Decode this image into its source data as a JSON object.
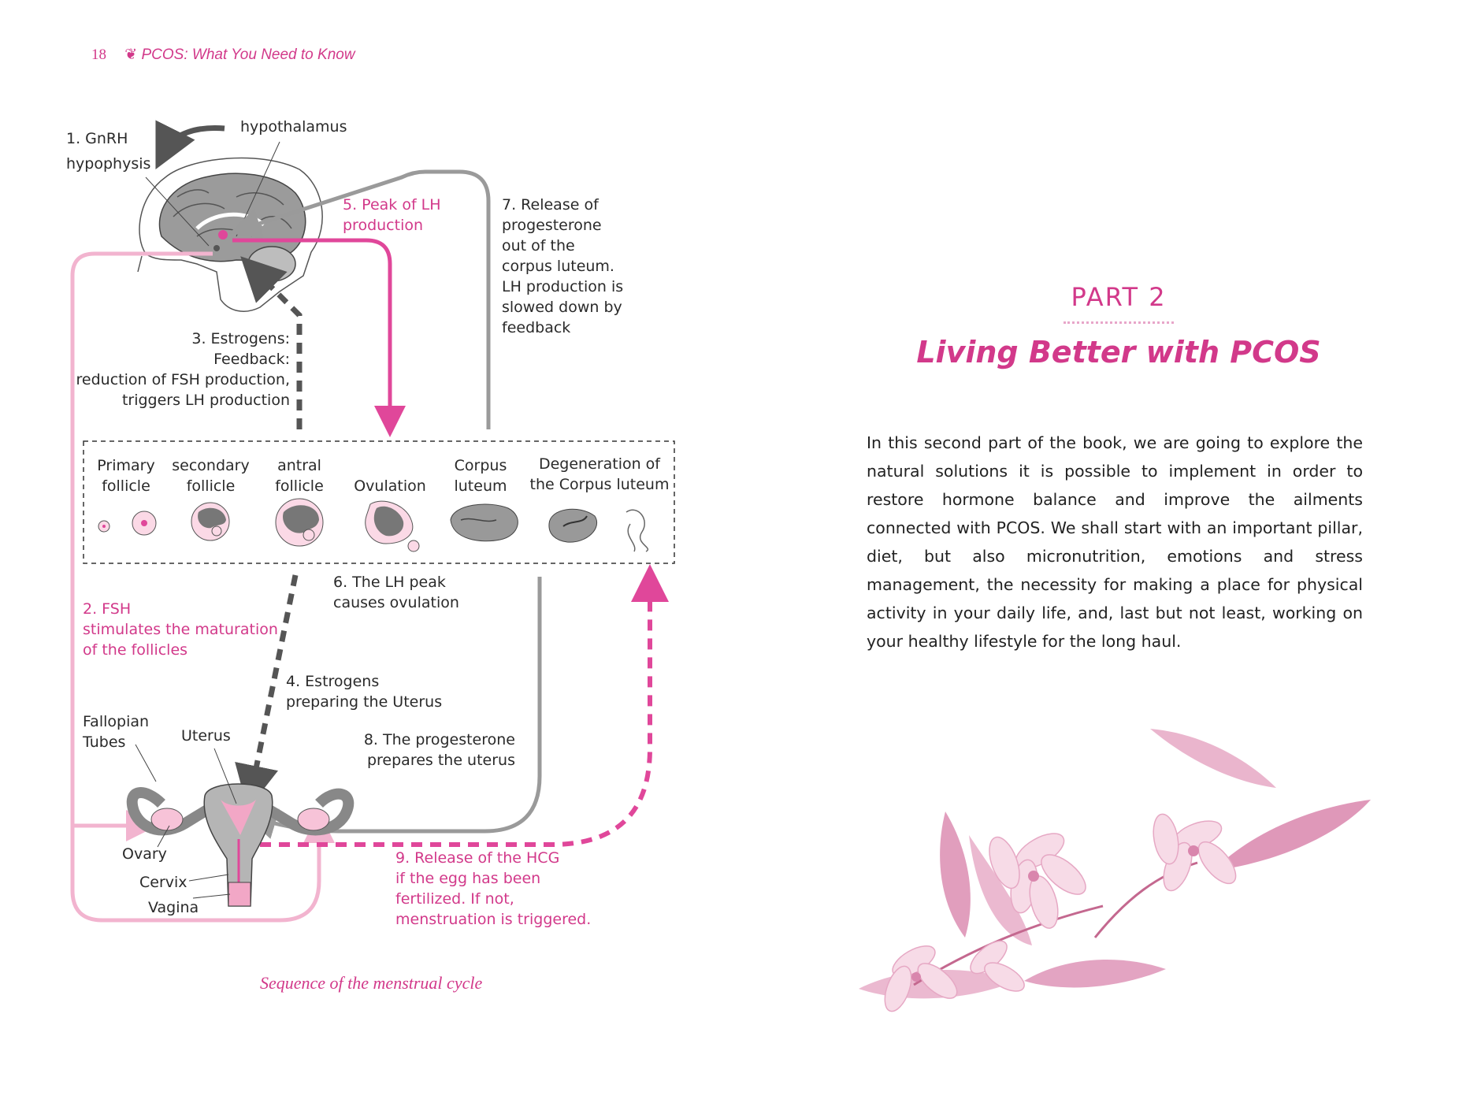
{
  "header": {
    "page_number": "18",
    "book_title": "PCOS: What You Need to Know"
  },
  "diagram": {
    "hypothalamus": "hypothalamus",
    "gnrh": "1. GnRH",
    "hypophysis": "hypophysis",
    "lh_peak_1": "5. Peak of LH",
    "lh_peak_2": "production",
    "progesterone_1": "7. Release of",
    "progesterone_2": "progesterone",
    "progesterone_3": "out of the",
    "progesterone_4": "corpus luteum.",
    "progesterone_5": "LH production is",
    "progesterone_6": "slowed down by",
    "progesterone_7": "feedback",
    "estrogens_1": "3. Estrogens:",
    "estrogens_2": "Feedback:",
    "estrogens_3": "reduction of FSH production,",
    "estrogens_4": "triggers LH production",
    "stages": [
      {
        "line1": "Primary",
        "line2": "follicle"
      },
      {
        "line1": "secondary",
        "line2": "follicle"
      },
      {
        "line1": "antral",
        "line2": "follicle"
      },
      {
        "line1": "",
        "line2": "Ovulation"
      },
      {
        "line1": "Corpus",
        "line2": "luteum"
      },
      {
        "line1": "Degeneration of",
        "line2": "the Corpus luteum"
      }
    ],
    "ovulation_1": "6. The LH peak",
    "ovulation_2": "causes ovulation",
    "fsh_1": "2. FSH",
    "fsh_2": "stimulates the maturation",
    "fsh_3": "of the follicles",
    "estrogens4_1": "4. Estrogens",
    "estrogens4_2": "preparing the Uterus",
    "fallopian_1": "Fallopian",
    "fallopian_2": "Tubes",
    "uterus": "Uterus",
    "prog8_1": "8. The progesterone",
    "prog8_2": "prepares the uterus",
    "ovary": "Ovary",
    "cervix": "Cervix",
    "vagina": "Vagina",
    "hcg_1": "9. Release of the HCG",
    "hcg_2": "if the egg has been",
    "hcg_3": "fertilized. If not,",
    "hcg_4": "menstruation is triggered."
  },
  "caption": "Sequence of the menstrual cycle",
  "part": {
    "label": "PART 2",
    "title": "Living Better with PCOS",
    "body": "In this second part of the book, we are going to explore the natural solutions it is possible to implement in order to restore hormone balance and improve the ailments connected with PCOS. We shall start with an important pillar, diet, but also micronutrition, emotions and stress management, the necessity for making a place for physical activity in your daily life, and, last but not least, working on your healthy lifestyle for the long haul."
  },
  "colors": {
    "accent": "#d2398a",
    "light_pink": "#f2b4cf",
    "gray_arrow": "#9a9a9a",
    "dark_arrow": "#555555"
  }
}
